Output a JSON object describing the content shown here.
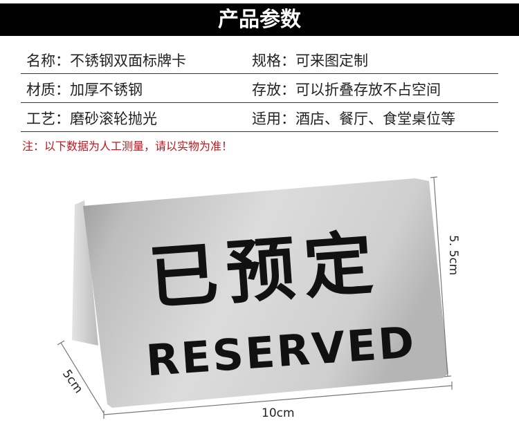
{
  "header": {
    "title": "产品参数"
  },
  "specs": [
    {
      "left": "名称：不锈钢双面标牌卡",
      "right": "规格：可来图定制"
    },
    {
      "left": "材质：加厚不锈钢",
      "right": "存放：可以折叠存放不占空间"
    },
    {
      "left": "工艺：磨砂滚轮抛光",
      "right": "适用：酒店、餐厅、食堂桌位等"
    }
  ],
  "note": "注：以下数据为人工测量，请以实物为准！",
  "product": {
    "sign_text_cn": "已预定",
    "sign_text_en": "RESERVED",
    "dimensions": {
      "height": "5. 5cm",
      "width": "10cm",
      "depth": "5cm"
    }
  },
  "colors": {
    "header_bg": "#000000",
    "note": "#c0141c",
    "steel": "#c9c9c9"
  }
}
